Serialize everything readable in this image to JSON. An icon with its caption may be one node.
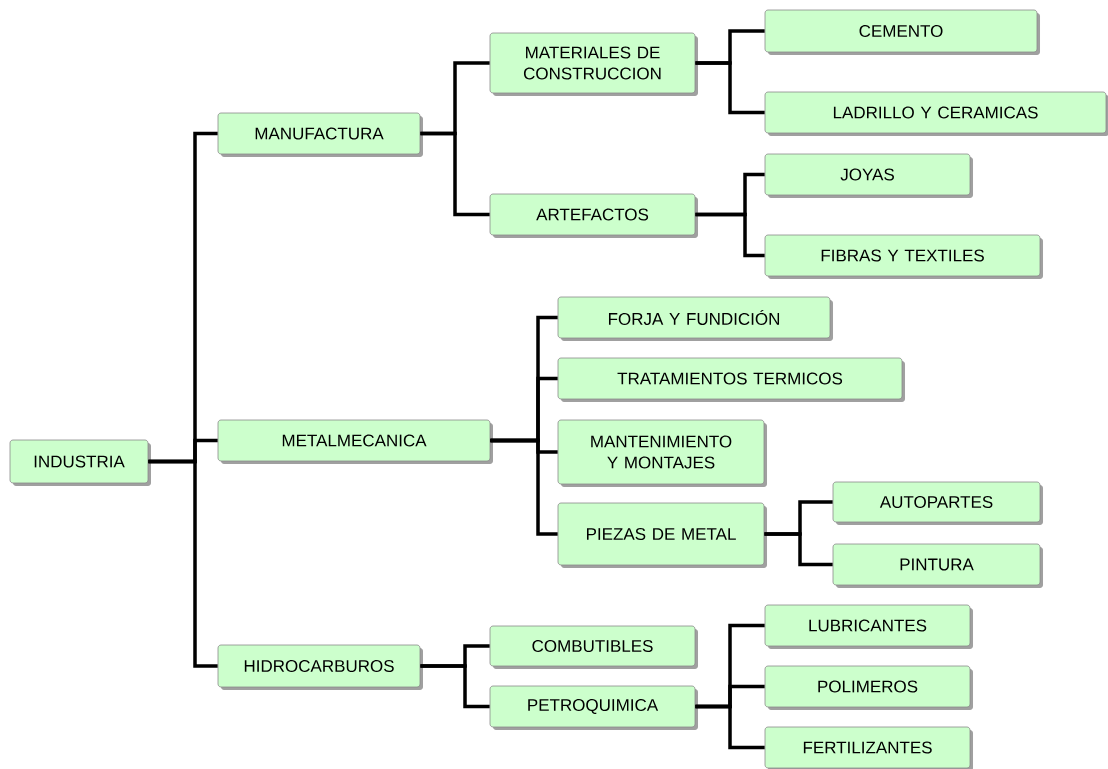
{
  "diagram": {
    "nodes": [
      {
        "text": [
          "INDUSTRIA"
        ]
      },
      {
        "text": [
          "MANUFACTURA"
        ]
      },
      {
        "text": [
          "METALMECANICA"
        ]
      },
      {
        "text": [
          "HIDROCARBUROS"
        ]
      },
      {
        "text": [
          "MATERIALES DE CONSTRUCCION"
        ]
      },
      {
        "text": [
          "CEMENTO"
        ]
      },
      {
        "text": [
          "LADRILLO Y CERAMICAS"
        ]
      },
      {
        "text": [
          "ARTEFACTOS"
        ]
      },
      {
        "text": [
          "JOYAS"
        ]
      },
      {
        "text": [
          "FIBRAS Y TEXTILES"
        ]
      },
      {
        "text": [
          "FORJA Y FUNDICIÓN"
        ]
      },
      {
        "text": [
          "TRATAMIENTOS TERMICOS"
        ]
      },
      {
        "text": [
          "MANTENIMIENTO Y MONTAJES"
        ]
      },
      {
        "text": [
          "PIEZAS DE METAL"
        ]
      },
      {
        "text": [
          "AUTOPARTES"
        ]
      },
      {
        "text": [
          "PINTURA"
        ]
      },
      {
        "text": [
          "COMBUTIBLES"
        ]
      },
      {
        "text": [
          "PETROQUIMICA"
        ]
      },
      {
        "text": [
          "LUBRICANTES"
        ]
      },
      {
        "text": [
          "POLIMEROS"
        ]
      },
      {
        "text": [
          "FERTILIZANTES"
        ]
      }
    ],
    "edges": [
      {
        "from": 0,
        "to": 1,
        "arrow": "none"
      },
      {
        "from": 0,
        "to": 2,
        "arrow": "none"
      },
      {
        "from": 0,
        "to": 3,
        "arrow": "none"
      },
      {
        "from": 1,
        "to": 4,
        "arrow": "none"
      },
      {
        "from": 1,
        "to": 7,
        "arrow": "none"
      },
      {
        "from": 4,
        "to": 5,
        "arrow": "none"
      },
      {
        "from": 4,
        "to": 6,
        "arrow": "none"
      },
      {
        "from": 7,
        "to": 8,
        "arrow": "none"
      },
      {
        "from": 7,
        "to": 9,
        "arrow": "none"
      },
      {
        "from": 2,
        "to": 10,
        "arrow": "none"
      },
      {
        "from": 2,
        "to": 11,
        "arrow": "none"
      },
      {
        "from": 2,
        "to": 12,
        "arrow": "none"
      },
      {
        "from": 2,
        "to": 13,
        "arrow": "none"
      },
      {
        "from": 13,
        "to": 14,
        "arrow": "none"
      },
      {
        "from": 13,
        "to": 15,
        "arrow": "none"
      },
      {
        "from": 3,
        "to": 16,
        "arrow": "none"
      },
      {
        "from": 3,
        "to": 17,
        "arrow": "none"
      },
      {
        "from": 17,
        "to": 18,
        "arrow": "none"
      },
      {
        "from": 17,
        "to": 19,
        "arrow": "none"
      },
      {
        "from": 17,
        "to": 20,
        "arrow": "none"
      }
    ]
  }
}
